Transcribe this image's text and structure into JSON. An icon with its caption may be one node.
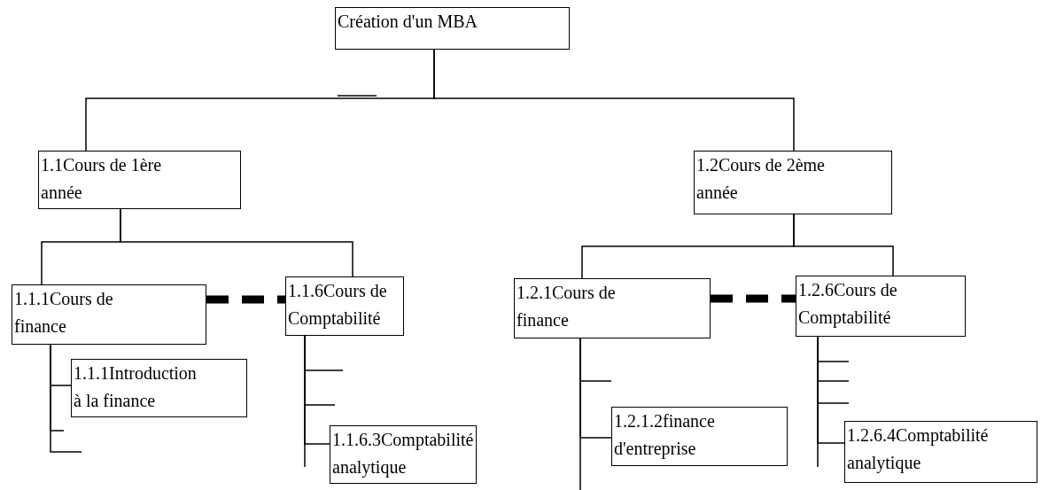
{
  "diagram": {
    "nodes": [
      {
        "text": [
          "Création d'un MBA"
        ]
      },
      {
        "text": [
          "1.1Cours de 1ère année"
        ]
      },
      {
        "text": [
          "1.2Cours de 2ème année"
        ]
      },
      {
        "text": [
          "1.1.1Cours de finance"
        ]
      },
      {
        "text": [
          "1.1.6Cours de Comptabilité"
        ]
      },
      {
        "text": [
          "1.1.1Introduction à la finance"
        ]
      },
      {
        "text": [
          "1.1.6.3Comptabilité analytique"
        ]
      },
      {
        "text": [
          "1.2.1Cours de finance"
        ]
      },
      {
        "text": [
          "1.2.6Cours de Comptabilité"
        ]
      },
      {
        "text": [
          "1.2.1.2finance d'entreprise"
        ]
      },
      {
        "text": [
          "1.2.6.4Comptabilité analytique"
        ]
      }
    ],
    "edges": [
      {
        "from": 0,
        "to": 1,
        "arrow": "none"
      },
      {
        "from": 0,
        "to": 2,
        "arrow": "none"
      },
      {
        "from": 1,
        "to": 3,
        "arrow": "none"
      },
      {
        "from": 1,
        "to": 4,
        "arrow": "none"
      },
      {
        "from": 2,
        "to": 7,
        "arrow": "none"
      },
      {
        "from": 2,
        "to": 8,
        "arrow": "none"
      },
      {
        "from": 3,
        "to": 4,
        "arrow": "none",
        "style": "dashed"
      },
      {
        "from": 7,
        "to": 8,
        "arrow": "none",
        "style": "dashed"
      },
      {
        "from": 3,
        "to": 5,
        "arrow": "none"
      },
      {
        "from": 3,
        "to": null,
        "arrow": "none"
      },
      {
        "from": 3,
        "to": null,
        "arrow": "none"
      },
      {
        "from": 4,
        "to": null,
        "arrow": "none"
      },
      {
        "from": 4,
        "to": null,
        "arrow": "none"
      },
      {
        "from": 4,
        "to": 6,
        "arrow": "none"
      },
      {
        "from": 4,
        "to": null,
        "arrow": "none"
      },
      {
        "from": 7,
        "to": null,
        "arrow": "none"
      },
      {
        "from": 7,
        "to": 9,
        "arrow": "none"
      },
      {
        "from": 7,
        "to": null,
        "arrow": "none"
      },
      {
        "from": 8,
        "to": null,
        "arrow": "none"
      },
      {
        "from": 8,
        "to": null,
        "arrow": "none"
      },
      {
        "from": 8,
        "to": null,
        "arrow": "none"
      },
      {
        "from": 8,
        "to": 10,
        "arrow": "none"
      },
      {
        "from": 8,
        "to": null,
        "arrow": "none"
      }
    ]
  }
}
